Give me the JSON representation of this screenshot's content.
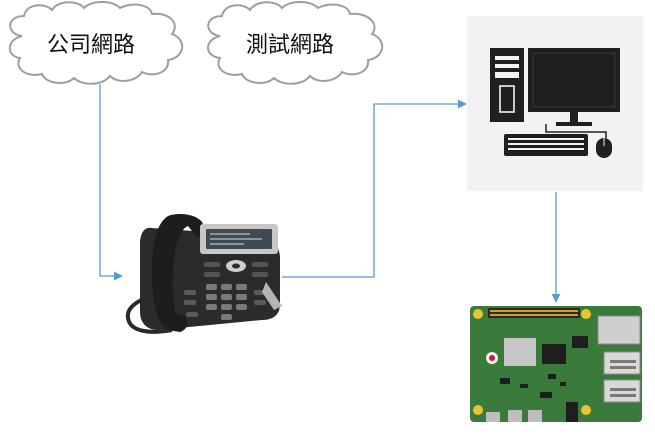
{
  "clouds": [
    {
      "id": "company-network",
      "label": "公司網路"
    },
    {
      "id": "test-network",
      "label": "測試網路"
    }
  ],
  "nodes": [
    {
      "id": "ip-phone",
      "type": "desk-phone-icon"
    },
    {
      "id": "computer",
      "type": "desktop-computer-icon"
    },
    {
      "id": "raspberry-pi",
      "type": "raspberry-pi-board-icon"
    }
  ],
  "connections": [
    {
      "from": "company-network",
      "to": "ip-phone"
    },
    {
      "from": "ip-phone",
      "to": "computer"
    },
    {
      "from": "computer",
      "to": "raspberry-pi"
    }
  ],
  "colors": {
    "connector": "#5b9bd5",
    "cloud_outline": "#9e9e9e",
    "computer_bg": "#f2f2f2",
    "icon_dark": "#1f1f1f",
    "pcb_green": "#3a7a3a"
  }
}
